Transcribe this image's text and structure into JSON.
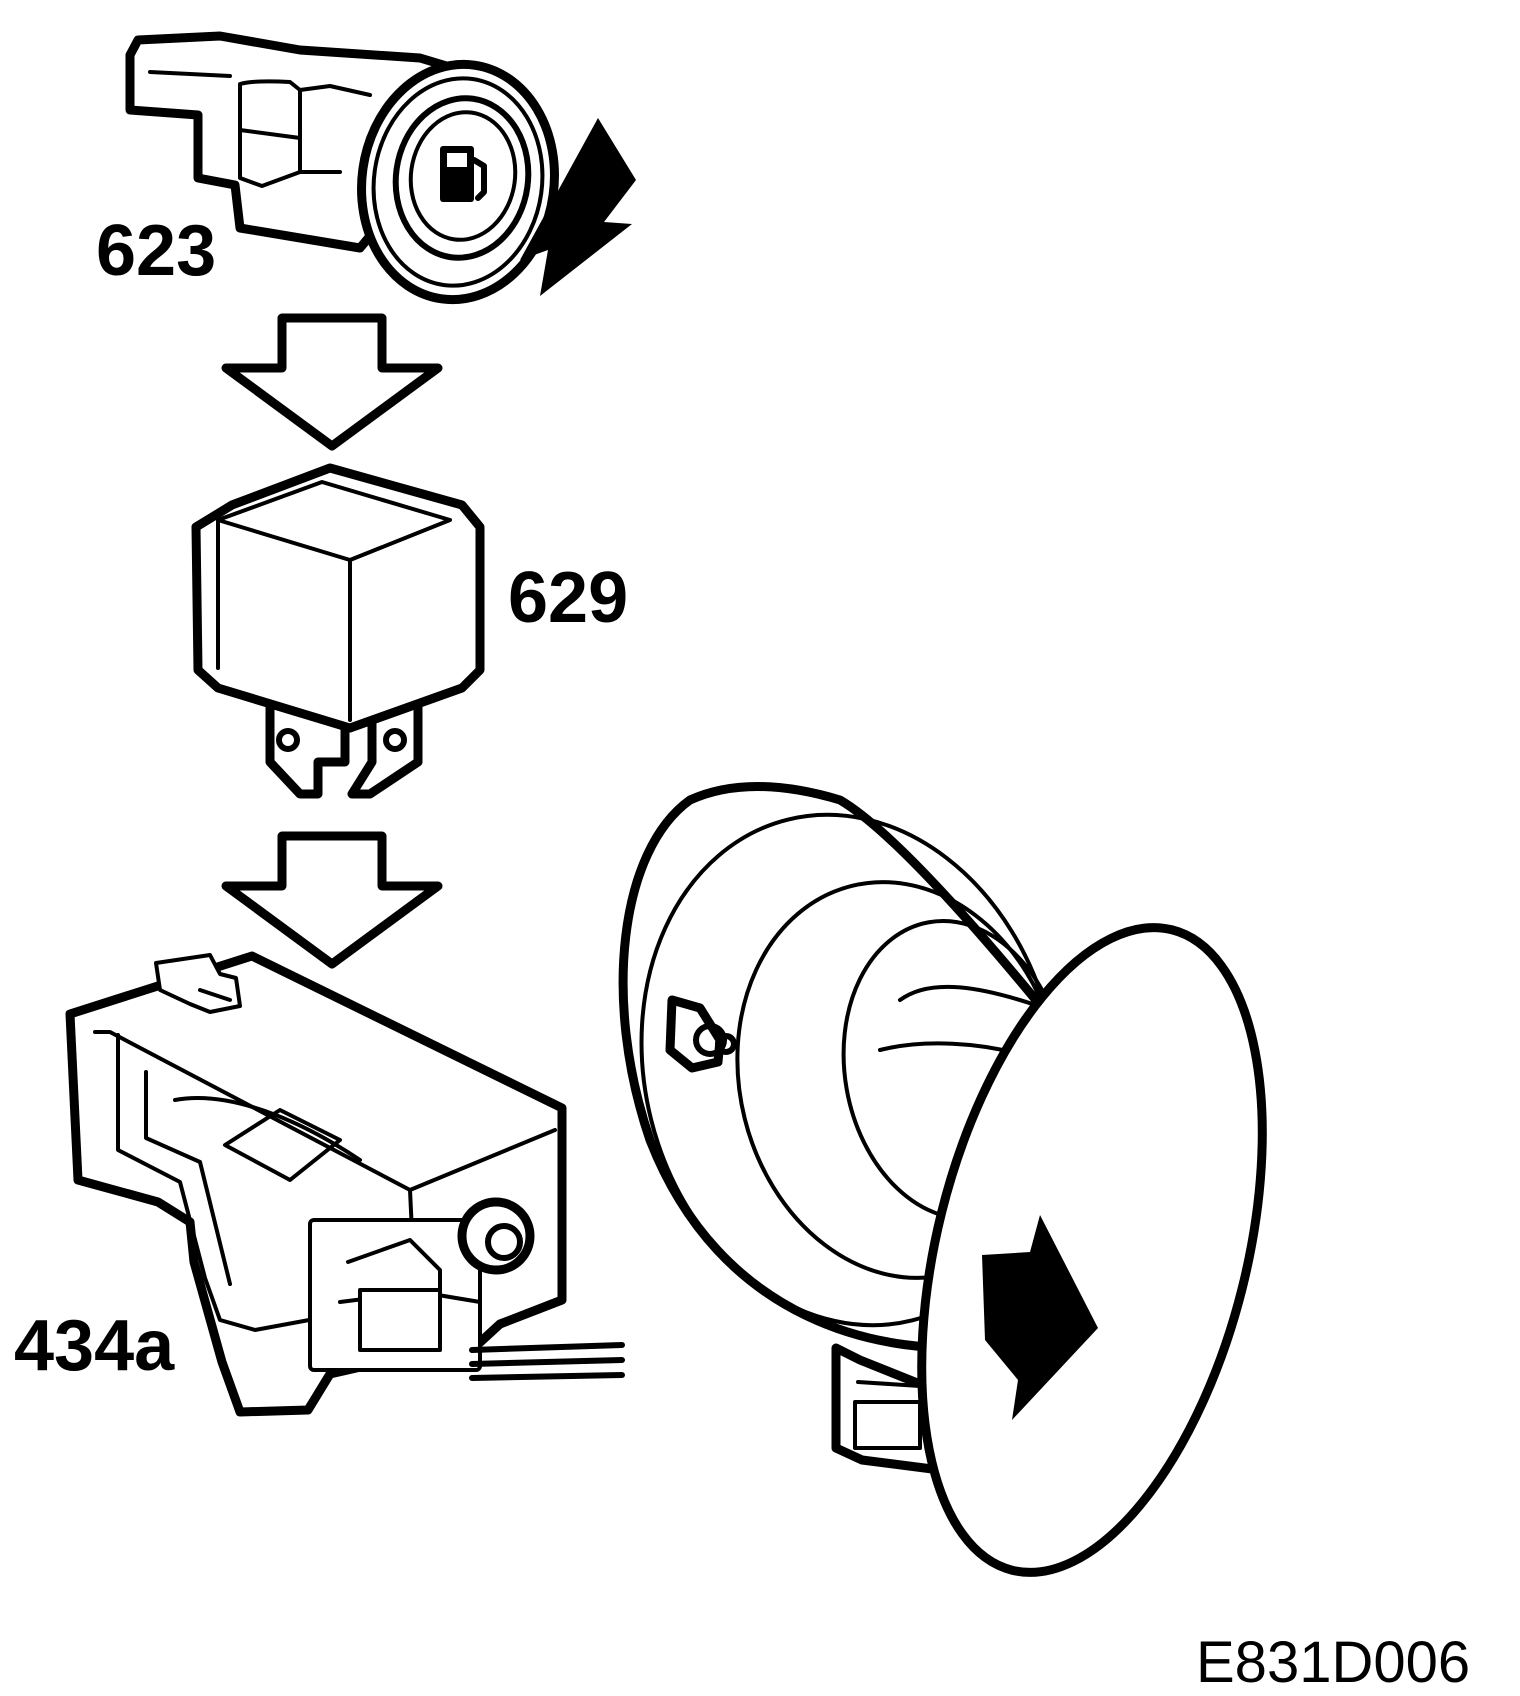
{
  "labels": {
    "switch": "623",
    "relay": "629",
    "actuator": "434a",
    "figure_code": "E831D006"
  },
  "icons": {
    "switch_symbol": "fuel-pump-icon",
    "press_arrow": "solid-arrow-icon",
    "flow_arrows": "hollow-down-arrow-icon",
    "open_arrow": "solid-arrow-icon"
  },
  "colors": {
    "line": "#000000",
    "background": "#ffffff"
  }
}
